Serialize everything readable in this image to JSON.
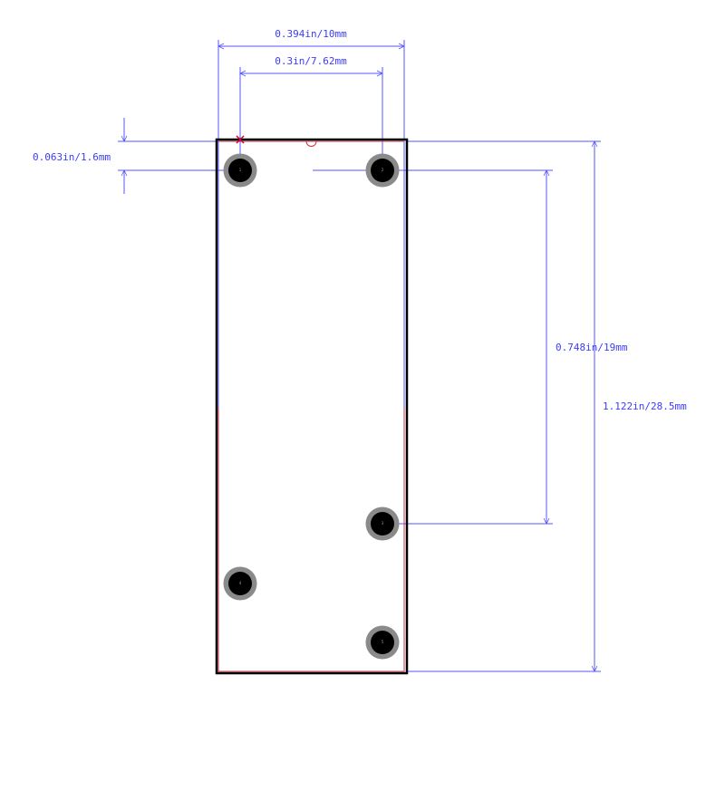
{
  "dimensions": {
    "overall_width": "0.394in/10mm",
    "pin_pitch_x": "0.3in/7.62mm",
    "top_offset": "0.063in/1.6mm",
    "pin_span_y": "0.748in/19mm",
    "overall_height": "1.122in/28.5mm"
  },
  "pins": [
    {
      "label": "1"
    },
    {
      "label": "2"
    },
    {
      "label": "3"
    },
    {
      "label": "4"
    },
    {
      "label": "5"
    }
  ],
  "colors": {
    "dimension": "#5555ff",
    "outline": "#000000",
    "silkscreen": "#cc3344",
    "pad": "#8a8a8a",
    "hole": "#000000"
  }
}
